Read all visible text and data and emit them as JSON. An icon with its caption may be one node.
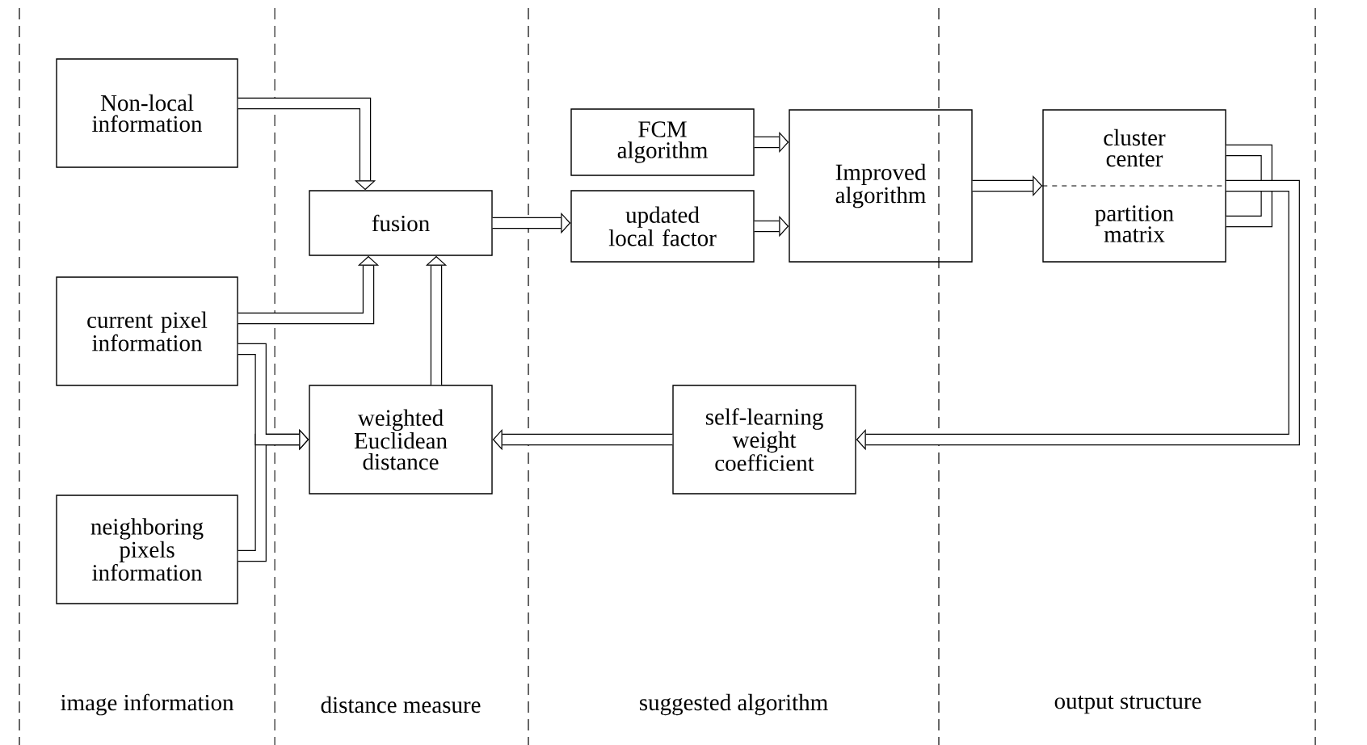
{
  "diagram": {
    "nodes": [
      {
        "text": [
          "Non-local information"
        ]
      },
      {
        "text": [
          "current pixel information"
        ]
      },
      {
        "text": [
          "neighboring pixels information"
        ]
      },
      {
        "text": [
          "fusion"
        ]
      },
      {
        "text": [
          "weighted Euclidean distance"
        ]
      },
      {
        "text": [
          "FCM algorithm"
        ]
      },
      {
        "text": [
          "updated local factor"
        ]
      },
      {
        "text": [
          "Improved algorithm"
        ]
      },
      {
        "text": [
          "cluster center",
          "partition matrix"
        ]
      },
      {
        "text": [
          "self-learning weight coefficient"
        ]
      }
    ],
    "edges": [
      {
        "from": 0,
        "to": 3,
        "arrow": "to"
      },
      {
        "from": 1,
        "to": 3,
        "arrow": "to"
      },
      {
        "from": 2,
        "to": 4,
        "arrow": "to"
      },
      {
        "from": 1,
        "to": 4,
        "arrow": "to"
      },
      {
        "from": 4,
        "to": 3,
        "arrow": "to"
      },
      {
        "from": 3,
        "to": 6,
        "arrow": "to"
      },
      {
        "from": 5,
        "to": 7,
        "arrow": "to"
      },
      {
        "from": 6,
        "to": 7,
        "arrow": "to"
      },
      {
        "from": 7,
        "to": 8,
        "arrow": "to"
      },
      {
        "from": 8,
        "to": 8,
        "arrow": "none"
      },
      {
        "from": 8,
        "to": 9,
        "arrow": "to"
      },
      {
        "from": 9,
        "to": 4,
        "arrow": "to"
      }
    ],
    "labels": [
      "image information",
      "distance measure",
      "suggested algorithm",
      "output structure"
    ]
  }
}
